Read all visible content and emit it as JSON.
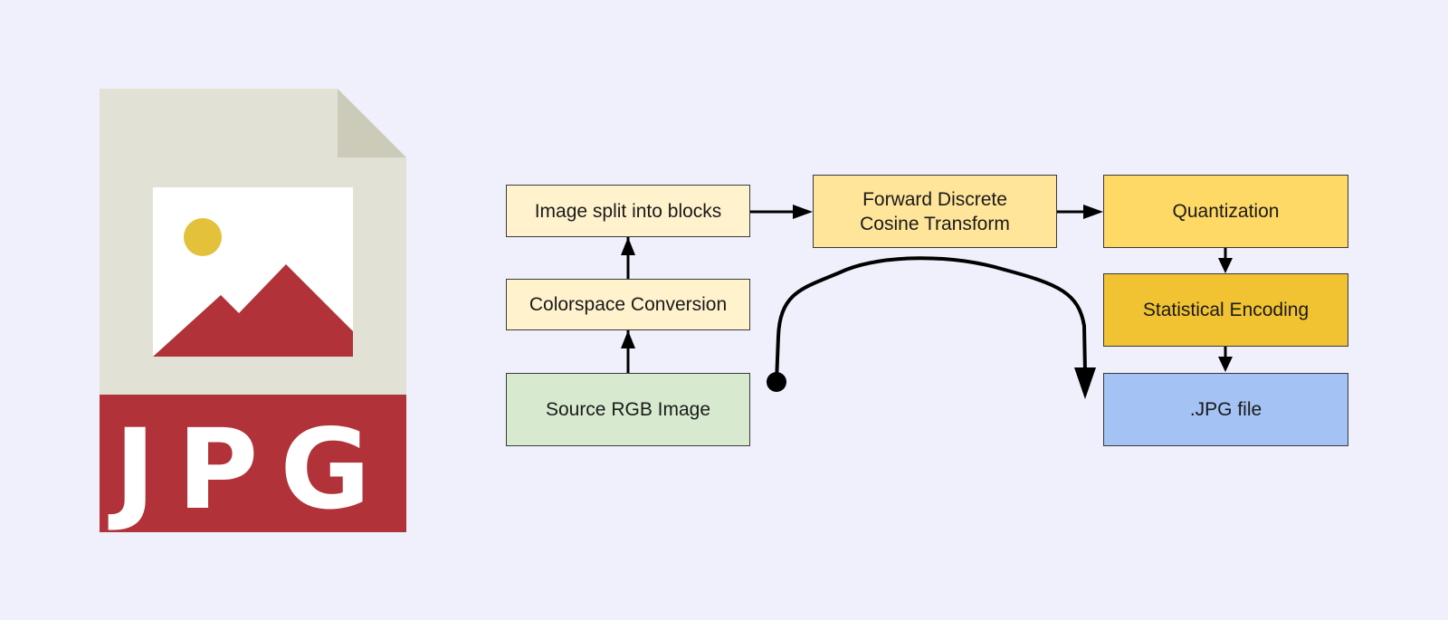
{
  "file_icon": {
    "label": "JPG",
    "colors": {
      "page": "#e1e2d5",
      "fold": "#cccbb9",
      "band": "#b13339",
      "picture_bg": "#ffffff",
      "sun": "#e3c13b",
      "mountains": "#b13339",
      "label_text": "#ffffff"
    },
    "icons": [
      "file-icon",
      "image-icon"
    ]
  },
  "diagram": {
    "nodes": {
      "source": {
        "label": "Source RGB Image",
        "fill": "#d7eacf"
      },
      "colorspace": {
        "label": "Colorspace Conversion",
        "fill": "#fff2cd"
      },
      "split": {
        "label": "Image split into blocks",
        "fill": "#fff2cd"
      },
      "fdct": {
        "line1": "Forward Discrete",
        "line2": "Cosine Transform",
        "fill": "#ffe599"
      },
      "quant": {
        "label": "Quantization",
        "fill": "#ffd966"
      },
      "stat": {
        "label": "Statistical Encoding",
        "fill": "#f1c232"
      },
      "jpg": {
        "label": ".JPG file",
        "fill": "#a4c2f4"
      }
    },
    "edges": [
      [
        "source",
        "colorspace"
      ],
      [
        "colorspace",
        "split"
      ],
      [
        "split",
        "fdct"
      ],
      [
        "fdct",
        "quant"
      ],
      [
        "quant",
        "stat"
      ],
      [
        "stat",
        "jpg"
      ],
      [
        "source",
        "jpg"
      ]
    ],
    "colors": {
      "line": "#000000",
      "border": "#3a3a3a"
    }
  }
}
